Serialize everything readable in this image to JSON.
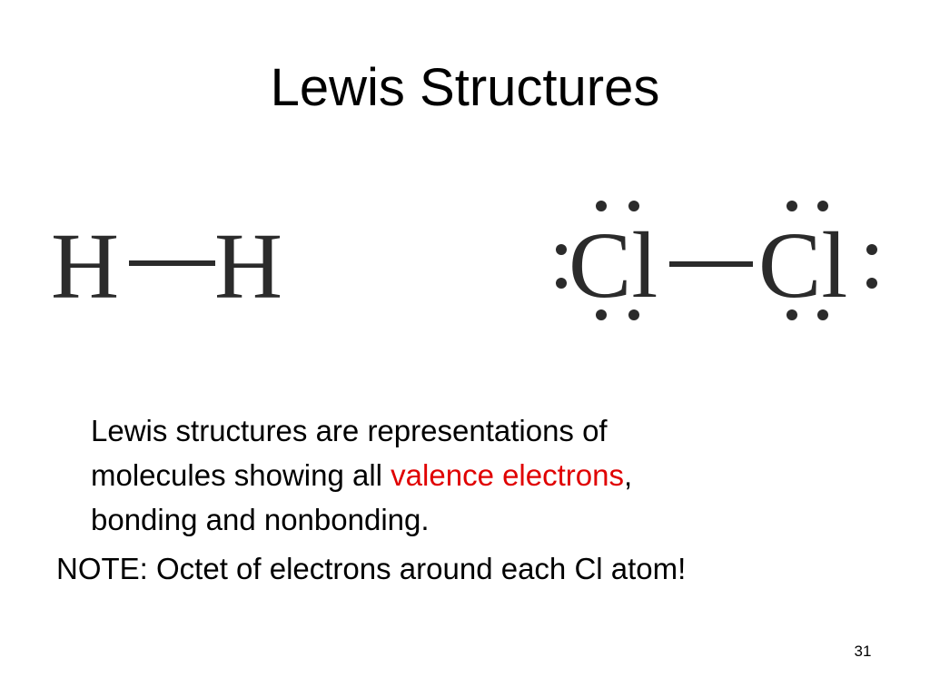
{
  "slide": {
    "title": "Lewis Structures",
    "h2": {
      "atom_left": "H",
      "atom_right": "H"
    },
    "cl2": {
      "atom_left": "Cl",
      "atom_right": "Cl",
      "electrons_per_atom": 8
    },
    "body": {
      "line1": "Lewis structures are representations of",
      "line2_before": "molecules showing all ",
      "line2_highlight": "valence electrons",
      "line2_after": ",",
      "line3": "bonding and nonbonding."
    },
    "note": "NOTE: Octet of electrons around each Cl atom!",
    "page_number": "31",
    "colors": {
      "highlight": "#e00000",
      "structure": "#2b2b2b"
    }
  }
}
